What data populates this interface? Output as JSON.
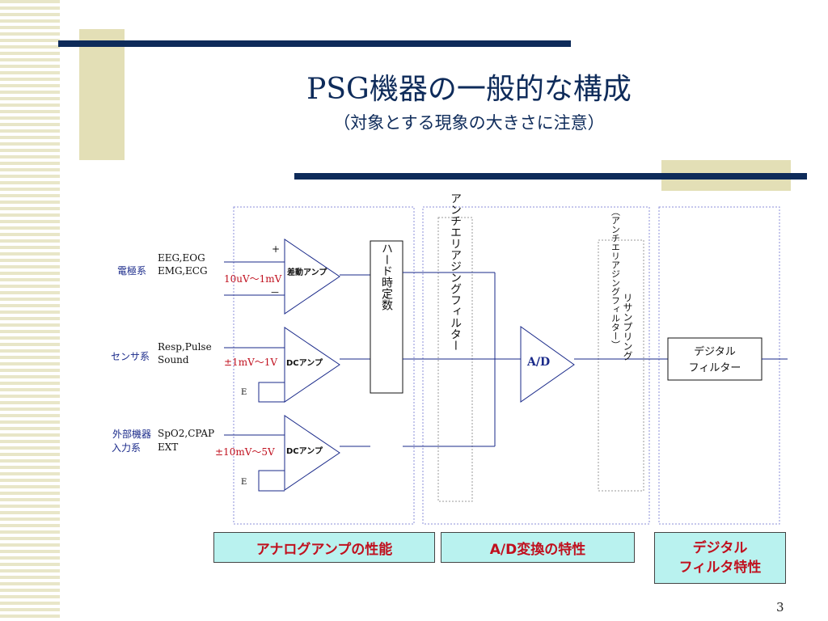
{
  "slide": {
    "title": "PSG機器の一般的な構成",
    "subtitle": "（対象とする現象の大きさに注意）",
    "page_number": "3"
  },
  "diagram": {
    "groups": [
      {
        "name": "電極系",
        "signals": [
          "EEG,EOG",
          "EMG,ECG"
        ],
        "range": "10uV～1mV",
        "amp": "差動アンプ"
      },
      {
        "name": "センサ系",
        "signals": [
          "Resp,Pulse",
          "Sound"
        ],
        "range": "±1mV～1V",
        "amp": "DCアンプ"
      },
      {
        "name_lines": [
          "外部機器",
          "入力系"
        ],
        "signals": [
          "SpO2,CPAP",
          "EXT"
        ],
        "range": "±10mV～5V",
        "amp": "DCアンプ"
      }
    ],
    "plus_sign": "+",
    "minus_sign": "－",
    "ground_label": "E",
    "hard_timeconstant": "ハード時定数",
    "anti_alias_filter": "アンチエリアジングフィルター",
    "ad": "A/D",
    "resampling": "リサンプリング",
    "resampling_sub": "（アンチエリアジングフィルター）",
    "digital_filter": [
      "デジタル",
      "フィルター"
    ],
    "colors": {
      "range_text": "#c0101e",
      "label_text": "#1a2a8a",
      "box_fill": "#b9f2ef"
    }
  },
  "footer_labels": {
    "analog": "アナログアンプの性能",
    "ad": "A/D変換の特性",
    "digital_line1": "デジタル",
    "digital_line2": "フィルタ特性"
  }
}
